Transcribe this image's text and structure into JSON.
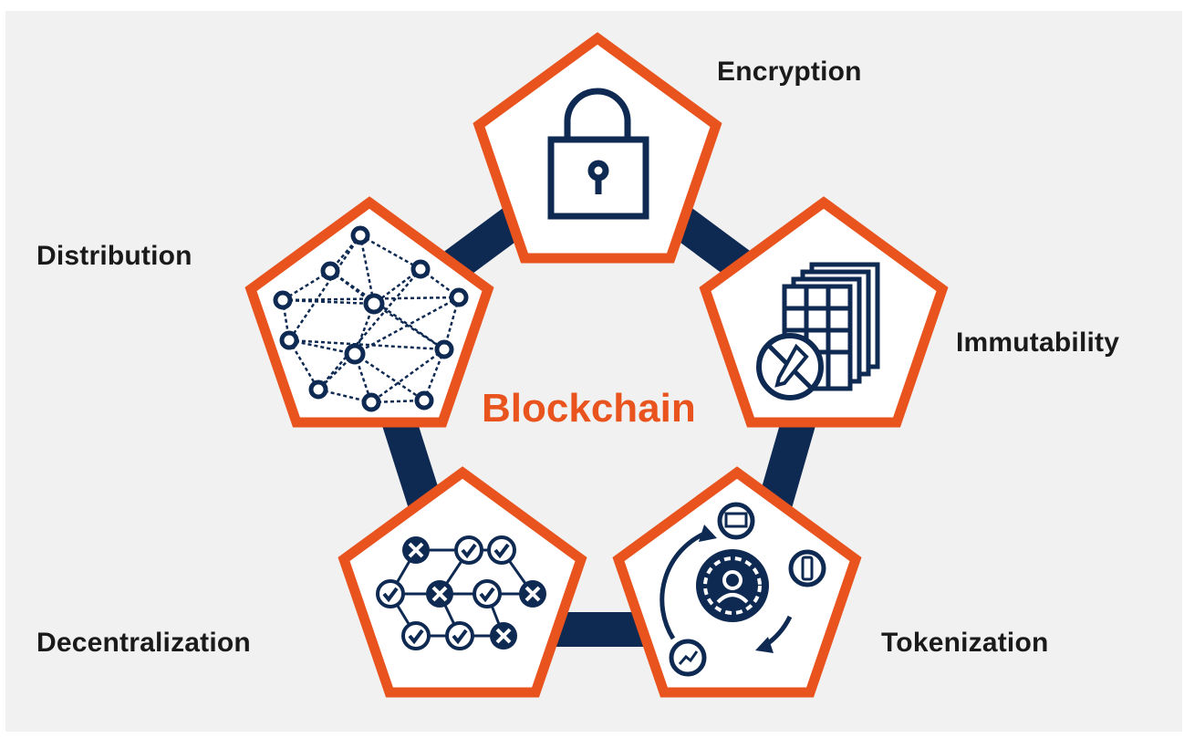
{
  "diagram": {
    "center_title": "Blockchain",
    "colors": {
      "accent": "#e8531e",
      "navy": "#0f2a52",
      "background": "#f1f1f1",
      "tile_fill": "#ffffff"
    },
    "nodes": [
      {
        "key": "encryption",
        "label": "Encryption",
        "icon": "lock-icon"
      },
      {
        "key": "immutability",
        "label": "Immutability",
        "icon": "locked-document-icon"
      },
      {
        "key": "tokenization",
        "label": "Tokenization",
        "icon": "token-cycle-icon"
      },
      {
        "key": "decentralization",
        "label": "Decentralization",
        "icon": "check-network-icon"
      },
      {
        "key": "distribution",
        "label": "Distribution",
        "icon": "network-mesh-icon"
      }
    ]
  }
}
